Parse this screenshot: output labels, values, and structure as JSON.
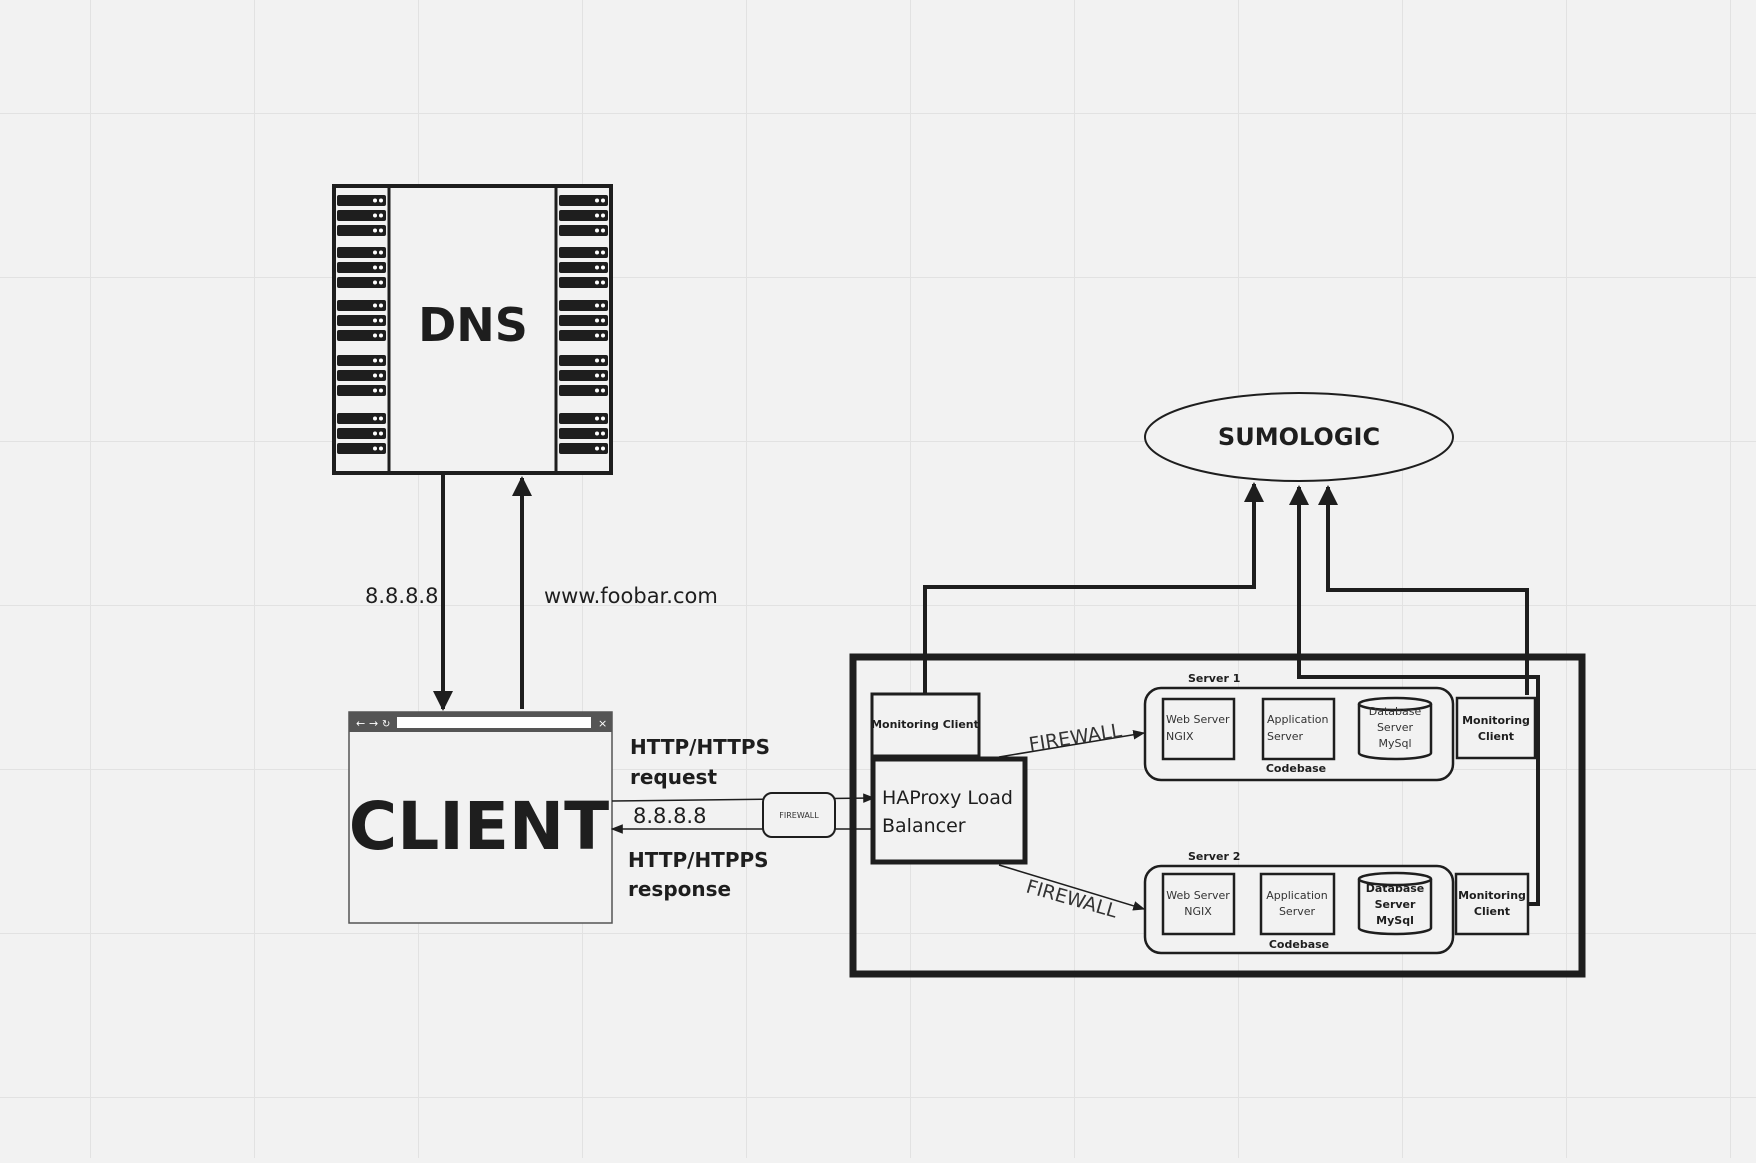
{
  "dns": {
    "label": "DNS"
  },
  "dns_link": {
    "query_label": "8.8.8.8",
    "domain_label": "www.foobar.com"
  },
  "client": {
    "label": "CLIENT",
    "browser_icons": [
      "back-arrow-icon",
      "forward-arrow-icon",
      "reload-icon",
      "close-icon"
    ]
  },
  "http": {
    "request_line1": "HTTP/HTTPS",
    "request_line2": "request",
    "ip_label": "8.8.8.8",
    "response_line1": "HTTP/HTPPS",
    "response_line2": "response",
    "firewall_label": "FIREWALL"
  },
  "sumologic": {
    "label": "SUMOLOGIC"
  },
  "lb": {
    "monitoring_label": "Monitoring Client",
    "haproxy_line1": "HAProxy Load",
    "haproxy_line2": "Balancer",
    "firewall_top": "FIREWALL",
    "firewall_bottom": "FIREWALL"
  },
  "server1": {
    "title": "Server 1",
    "web_line1": "Web Server",
    "web_line2": "NGIX",
    "app_line1": "Application",
    "app_line2": "Server",
    "db_line1": "Database",
    "db_line2": "Server",
    "db_line3": "MySql",
    "codebase": "Codebase",
    "monitoring_line1": "Monitoring",
    "monitoring_line2": "Client"
  },
  "server2": {
    "title": "Server 2",
    "web_line1": "Web Server",
    "web_line2": "NGIX",
    "app_line1": "Application",
    "app_line2": "Server",
    "db_line1": "Database",
    "db_line2": "Server",
    "db_line3": "MySql",
    "codebase": "Codebase",
    "monitoring_line1": "Monitoring",
    "monitoring_line2": "Client"
  },
  "colors": {
    "ink": "#1e1e1e",
    "canvas": "#f2f2f2",
    "grid": "#e2e2e2"
  }
}
